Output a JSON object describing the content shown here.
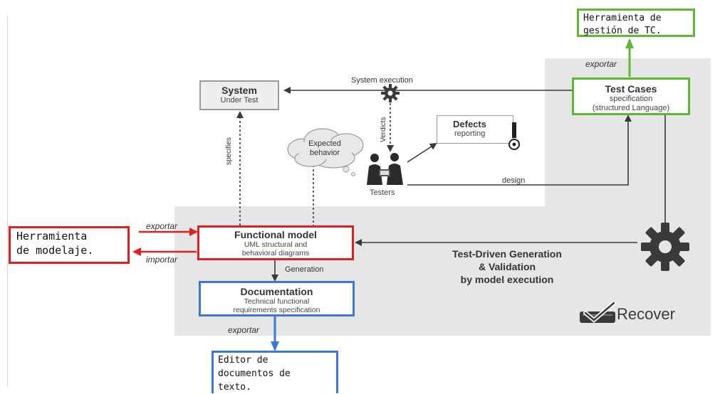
{
  "colors": {
    "red": "#e02020",
    "green": "#5cb832",
    "blue": "#3b78d8",
    "grey_region": "#e6e6e6",
    "dark": "#3a3a3a"
  },
  "tools": {
    "tc_tool": "Herramienta de\ngestión de TC.",
    "model_tool": "Herramienta\nde modelaje.",
    "doc_editor": "Editor de\ndocumentos de\ntexto."
  },
  "system": {
    "title": "System",
    "subtitle": "Under Test"
  },
  "test_cases": {
    "title": "Test Cases",
    "subtitle": "specification\n(structured Language)"
  },
  "defects": {
    "title": "Defects",
    "subtitle": "reporting"
  },
  "functional_model": {
    "title": "Functional model",
    "subtitle": "UML structural and\nbehavioral diagrams"
  },
  "documentation": {
    "title": "Documentation",
    "subtitle": "Technical functional\nrequirements specification"
  },
  "cloud_text": "Expected\nbehavior",
  "testers_label": "Testers",
  "edge_labels": {
    "system_execution": "System execution",
    "verdicts": "Verdicts",
    "specifies": "specifies",
    "design": "design",
    "generation": "Generation",
    "exportar_top": "exportar",
    "exportar_left": "exportar",
    "importar_left": "importar",
    "exportar_bottom": "exportar"
  },
  "process_text": "Test-Driven Generation\n& Validation\nby model execution",
  "brand": "Recover"
}
